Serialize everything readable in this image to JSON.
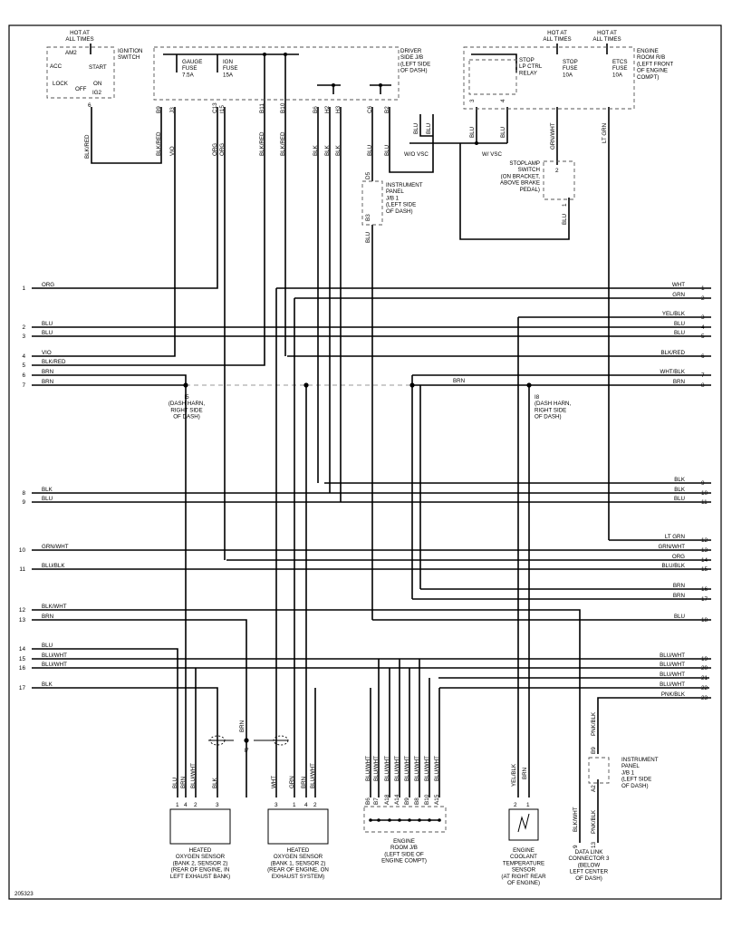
{
  "figure_id": "205323",
  "top_labels": {
    "hot1": [
      "HOT AT",
      "ALL TIMES"
    ],
    "hot2": [
      "HOT AT",
      "ALL TIMES"
    ],
    "hot3": [
      "HOT AT",
      "ALL TIMES"
    ]
  },
  "ignition_switch": {
    "title": [
      "IGNITION",
      "SWITCH"
    ],
    "positions": [
      "AM2",
      "ACC",
      "START",
      "LOCK",
      "OFF",
      "ON",
      "IG2"
    ],
    "pin": "6",
    "wire": "BLK/RED"
  },
  "driver_jb": {
    "title": [
      "DRIVER",
      "SIDE J/B",
      "(LEFT SIDE",
      "OF DASH)"
    ],
    "gauge_fuse": [
      "GAUGE",
      "FUSE",
      "7.5A"
    ],
    "ign_fuse": [
      "IGN",
      "FUSE",
      "15A"
    ],
    "pins": [
      "B9",
      "J3",
      "C13",
      "I15",
      "B11",
      "B10",
      "B6",
      "H2",
      "H3",
      "C6",
      "B2"
    ],
    "wires": [
      "BLK/RED",
      "VIO",
      "ORG",
      "ORG",
      "BLK/RED",
      "BLK/RED",
      "BLK",
      "BLK",
      "BLK",
      "BLU",
      "BLU"
    ]
  },
  "stop_relay": {
    "title": [
      "STOP",
      "LP CTRL",
      "RELAY"
    ],
    "pins": [
      "3",
      "4"
    ],
    "wires": [
      "BLU",
      "BLU"
    ]
  },
  "stop_fuse": {
    "title": [
      "STOP",
      "FUSE",
      "10A"
    ],
    "wire": "GRN/WHT"
  },
  "etcs_fuse": {
    "title": [
      "ETCS",
      "FUSE",
      "10A"
    ],
    "wire": "LT GRN"
  },
  "engine_rb": {
    "title": [
      "ENGINE",
      "ROOM R/B",
      "(LEFT FRONT",
      "OF ENGINE",
      "COMPT)"
    ]
  },
  "vsc": {
    "wires": [
      "BLU",
      "BLU"
    ],
    "wo": "W/O VSC",
    "w": "W/ VSC"
  },
  "stoplamp_switch": {
    "title": [
      "STOPLAMP",
      "SWITCH",
      "(ON BRACKET,",
      "ABOVE BRAKE",
      "PEDAL)"
    ],
    "pins": [
      "2",
      "1"
    ],
    "wire": "BLU"
  },
  "ip_jb_top": {
    "title": [
      "INSTRUMENT",
      "PANEL",
      "J/B 1",
      "(LEFT SIDE",
      "OF DASH)"
    ],
    "pins": [
      "D5",
      "B3"
    ],
    "wire": "BLU"
  },
  "splice_i5": [
    "I5",
    "(DASH HARN,",
    "RIGHT SIDE",
    "OF DASH)"
  ],
  "splice_i8": [
    "I8",
    "(DASH HARN,",
    "RIGHT SIDE",
    "OF DASH)"
  ],
  "splice_i7": "I7",
  "splice_wire": "BRN",
  "left_terminals": [
    {
      "n": "1",
      "wire": "ORG"
    },
    {
      "n": "2",
      "wire": "BLU"
    },
    {
      "n": "3",
      "wire": "BLU"
    },
    {
      "n": "4",
      "wire": "VIO"
    },
    {
      "n": "5",
      "wire": "BLK/RED"
    },
    {
      "n": "6",
      "wire": "BRN"
    },
    {
      "n": "7",
      "wire": "BRN"
    },
    {
      "n": "8",
      "wire": "BLK"
    },
    {
      "n": "9",
      "wire": "BLU"
    },
    {
      "n": "10",
      "wire": "GRN/WHT"
    },
    {
      "n": "11",
      "wire": "BLU/BLK"
    },
    {
      "n": "12",
      "wire": "BLK/WHT"
    },
    {
      "n": "13",
      "wire": "BRN"
    },
    {
      "n": "14",
      "wire": "BLU"
    },
    {
      "n": "15",
      "wire": "BLU/WHT"
    },
    {
      "n": "16",
      "wire": "BLU/WHT"
    },
    {
      "n": "17",
      "wire": "BLK"
    }
  ],
  "right_terminals": [
    {
      "n": "1",
      "wire": "WHT"
    },
    {
      "n": "2",
      "wire": "GRN"
    },
    {
      "n": "3",
      "wire": "YEL/BLK"
    },
    {
      "n": "4",
      "wire": "BLU"
    },
    {
      "n": "5",
      "wire": "BLU"
    },
    {
      "n": "6",
      "wire": "BLK/RED"
    },
    {
      "n": "7",
      "wire": "WHT/BLK"
    },
    {
      "n": "8",
      "wire": "BRN"
    },
    {
      "n": "9",
      "wire": "BLK"
    },
    {
      "n": "10",
      "wire": "BLK"
    },
    {
      "n": "11",
      "wire": "BLU"
    },
    {
      "n": "12",
      "wire": "LT GRN"
    },
    {
      "n": "13",
      "wire": "GRN/WHT"
    },
    {
      "n": "14",
      "wire": "ORG"
    },
    {
      "n": "15",
      "wire": "BLU/BLK"
    },
    {
      "n": "16",
      "wire": "BRN"
    },
    {
      "n": "17",
      "wire": "BRN"
    },
    {
      "n": "18",
      "wire": "BLU"
    },
    {
      "n": "19",
      "wire": "BLU/WHT"
    },
    {
      "n": "20",
      "wire": "BLU/WHT"
    },
    {
      "n": "21",
      "wire": "BLU/WHT"
    },
    {
      "n": "22",
      "wire": "BLU/WHT"
    },
    {
      "n": "23",
      "wire": "PNK/BLK"
    }
  ],
  "mid_brn": "BRN",
  "o2_bank2": {
    "title": [
      "HEATED",
      "OXYGEN SENSOR",
      "(BANK 2, SENSOR 2)",
      "(REAR OF ENGINE, IN",
      "LEFT EXHAUST BANK)"
    ],
    "pins": [
      "1",
      "4",
      "2",
      "3"
    ],
    "wires": [
      "BLU",
      "BRN",
      "BLU/WHT",
      "BLK"
    ]
  },
  "o2_bank1": {
    "title": [
      "HEATED",
      "OXYGEN SENSOR",
      "(BANK 1, SENSOR 2)",
      "(REAR OF ENGINE, ON",
      "EXHAUST SYSTEM)"
    ],
    "pins": [
      "3",
      "1",
      "4",
      "2"
    ],
    "wires": [
      "WHT",
      "GRN",
      "BRN",
      "BLU/WHT"
    ]
  },
  "engine_jb": {
    "title": [
      "ENGINE",
      "ROOM J/B",
      "(LEFT SIDE OF",
      "ENGINE COMPT)"
    ],
    "pins": [
      "B6",
      "B7",
      "A18",
      "A14",
      "B9",
      "B8",
      "B10",
      "A15"
    ],
    "wires": [
      "BLU/WHT",
      "BLU/WHT",
      "BLU/WHT",
      "BLU/WHT",
      "BLU/WHT",
      "BLU/WHT",
      "BLU/WHT",
      "BLU/WHT"
    ]
  },
  "ect_sensor": {
    "title": [
      "ENGINE",
      "COOLANT",
      "TEMPERATURE",
      "SENSOR",
      "(AT RIGHT REAR",
      "OF ENGINE)"
    ],
    "pins": [
      "2",
      "1"
    ],
    "wires": [
      "YEL/BLK",
      "BRN"
    ]
  },
  "ip_jb_bottom": {
    "title": [
      "INSTRUMENT",
      "PANEL",
      "J/B 1",
      "(LEFT SIDE",
      "OF DASH)"
    ],
    "pins": [
      "B9",
      "A2"
    ],
    "wires": [
      "PNK/BLK",
      "PNK/BLK"
    ]
  },
  "dlc3": {
    "title": [
      "DATA LINK",
      "CONNECTOR 3",
      "(BELOW",
      "LEFT CENTER",
      "OF DASH)"
    ],
    "pins": [
      "9",
      "13"
    ],
    "wires": [
      "BLK/WHT",
      "PNK/BLK"
    ]
  }
}
